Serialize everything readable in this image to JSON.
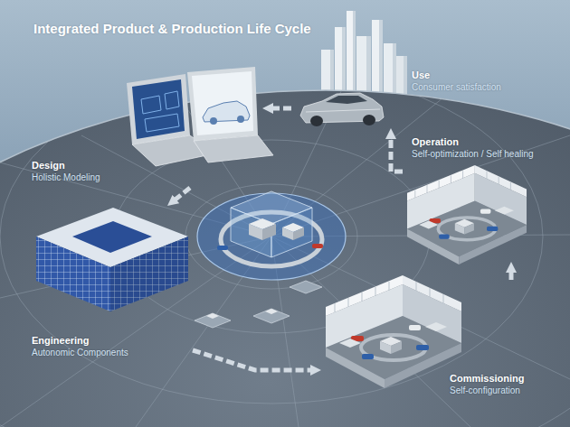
{
  "diagram": {
    "title": "Integrated Product & Production Life Cycle",
    "nodes": [
      {
        "text": [
          "Use",
          "Consumer satisfaction"
        ]
      },
      {
        "text": [
          "Operation",
          "Self-optimization / Self healing"
        ]
      },
      {
        "text": [
          "Design",
          "Holistic Modeling"
        ]
      },
      {
        "text": [
          "Engineering",
          "Autonomic Components"
        ]
      },
      {
        "text": [
          "Commissioning",
          "Self-configuration"
        ]
      }
    ],
    "edges": [
      {
        "from": 2,
        "to": 3,
        "arrow": "to"
      },
      {
        "from": 3,
        "to": 4,
        "arrow": "to"
      },
      {
        "from": 4,
        "to": 1,
        "arrow": "to"
      },
      {
        "from": 1,
        "to": 0,
        "arrow": "to"
      },
      {
        "from": 0,
        "to": 2,
        "arrow": "to"
      }
    ]
  }
}
